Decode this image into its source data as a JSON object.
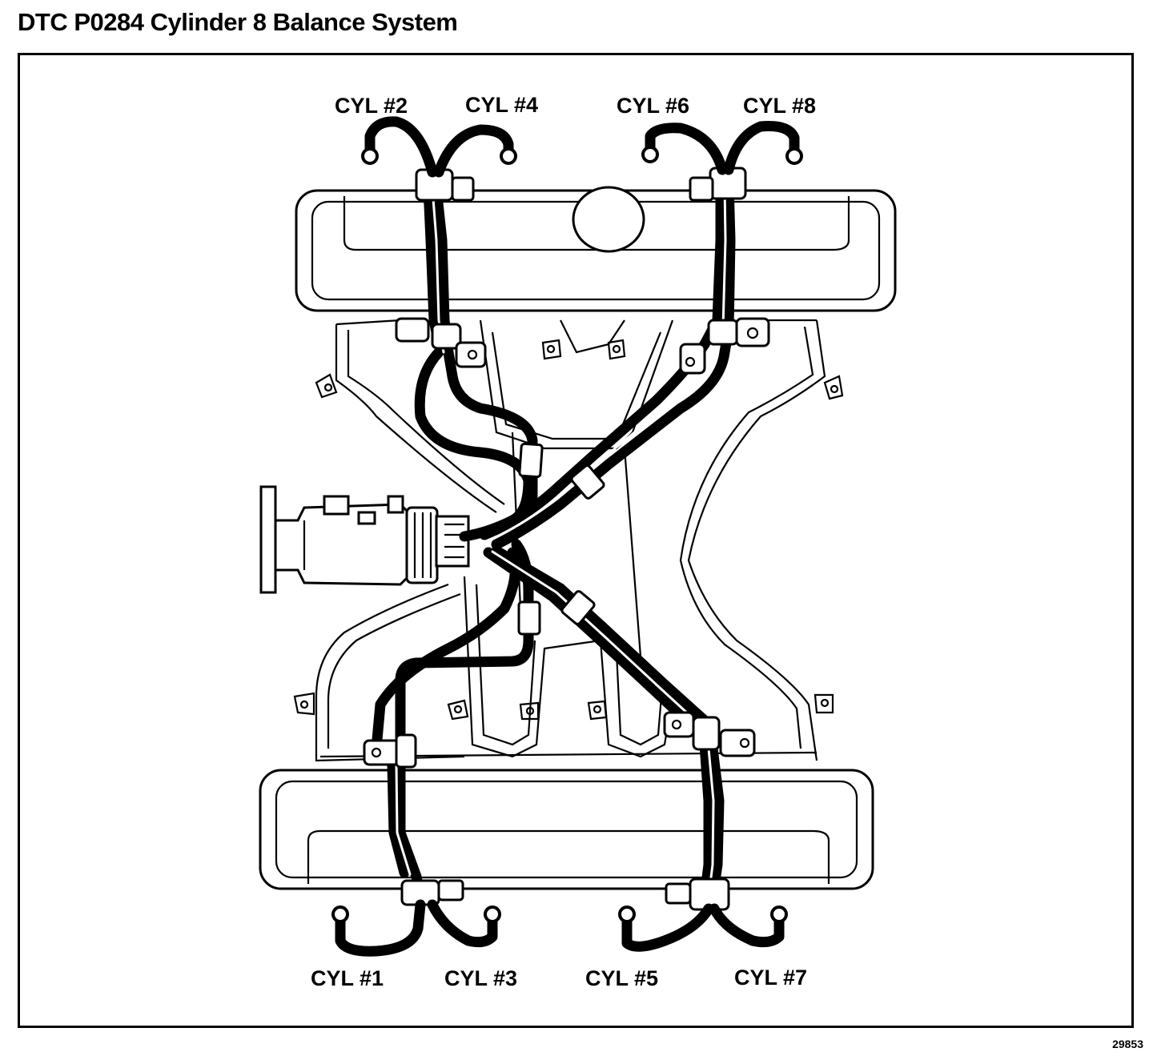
{
  "title": "DTC P0284 Cylinder 8 Balance System",
  "figure_number": "29853",
  "labels": {
    "cyl2": "CYL #2",
    "cyl4": "CYL #4",
    "cyl6": "CYL #6",
    "cyl8": "CYL #8",
    "cyl1": "CYL #1",
    "cyl3": "CYL #3",
    "cyl5": "CYL #5",
    "cyl7": "CYL #7"
  }
}
